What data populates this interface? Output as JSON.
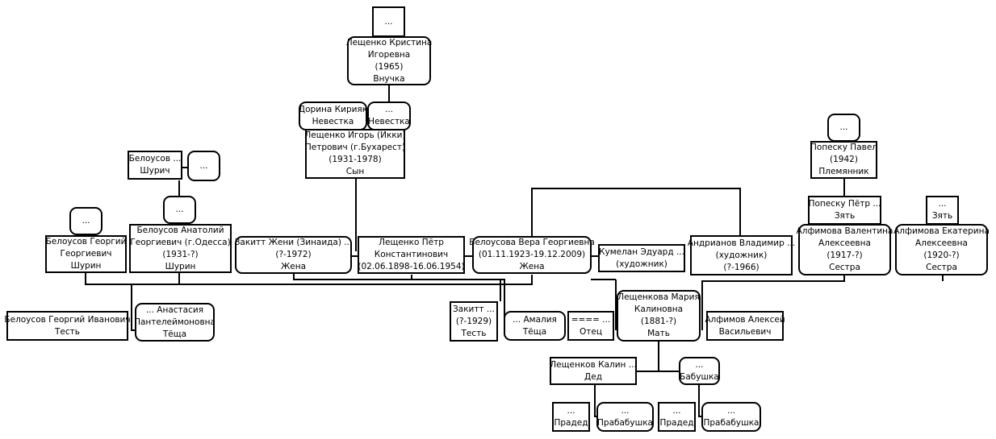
{
  "nodes": {
    "k_top": [
      "..."
    ],
    "kristina": [
      "Лещенко Кристина",
      "Игоревна",
      "(1965)",
      "Внучка"
    ],
    "dorina": [
      "Дорина Кирияк",
      "Невестка"
    ],
    "nevestka2": [
      "...",
      "Невестка"
    ],
    "igor": [
      "Лещенко Игорь (Икки)",
      "Петрович (г.Бухарест)",
      "(1931-1978)",
      "Сын"
    ],
    "belousov_shurich": [
      "Белоусов ...",
      "Шурич"
    ],
    "bs_wife": [
      "..."
    ],
    "anatoliy_wife": [
      "..."
    ],
    "georgiy_wife": [
      "..."
    ],
    "anatoliy": [
      "Белоусов Анатолий",
      "Георгиевич  (г.Одесса)",
      "(1931-?)",
      "Шурин"
    ],
    "georgiy": [
      "Белоусов Георгий",
      "Георгиевич",
      "Шурин"
    ],
    "zhenya": [
      "Закитт Жени (Зинаида) ...",
      "(?-1972)",
      "Жена"
    ],
    "petr": [
      "Лещенко Пётр",
      "Константинович",
      "(02.06.1898-16.06.1954)"
    ],
    "vera": [
      "Белоусова Вера Георгиевна",
      "(01.11.1923-19.12.2009)",
      "Жена"
    ],
    "kumelan": [
      "Кумелан Эдуард ...",
      "(художник)"
    ],
    "andrianov": [
      "Андрианов Владимир ...",
      "(художник)",
      "(?-1966)"
    ],
    "popesku_child": [
      "..."
    ],
    "popesku_pavel": [
      "Попеску Павел",
      "(1942)",
      "Племянник"
    ],
    "popesku_petr": [
      "Попеску Пётр ...",
      "Зять"
    ],
    "zyat2": [
      "...",
      "Зять"
    ],
    "valentina": [
      "Алфимова Валентина",
      "Алексеевна",
      "(1917-?)",
      "Сестра"
    ],
    "ekaterina": [
      "Алфимова Екатерина",
      "Алексеевна",
      "(1920-?)",
      "Сестра"
    ],
    "belousov_gi": [
      "Белоусов Георгий Иванович",
      "Тесть"
    ],
    "anastasiya": [
      "... Анастасия",
      "Пантелеймоновна",
      "Тёща"
    ],
    "zakitt": [
      "Закитт ...",
      "(?-1929)",
      "Тесть"
    ],
    "amaliya": [
      "... Амалия",
      "Тёща"
    ],
    "otets": [
      "==== ...",
      "Отец"
    ],
    "mariya": [
      "Лещенкова Мария",
      "Калиновна",
      "(1881-?)",
      "Мать"
    ],
    "alfimov": [
      "Алфимов Алексей",
      "Васильевич"
    ],
    "kalin": [
      "Лещенков Калин ...",
      "Дед"
    ],
    "babushka": [
      "...",
      "Бабушка"
    ],
    "praded1": [
      "...",
      "Прадед"
    ],
    "prababushka1": [
      "...",
      "Прабабушка"
    ],
    "praded2": [
      "...",
      "Прадед"
    ],
    "prababushka2": [
      "...",
      "Прабабушка"
    ]
  }
}
